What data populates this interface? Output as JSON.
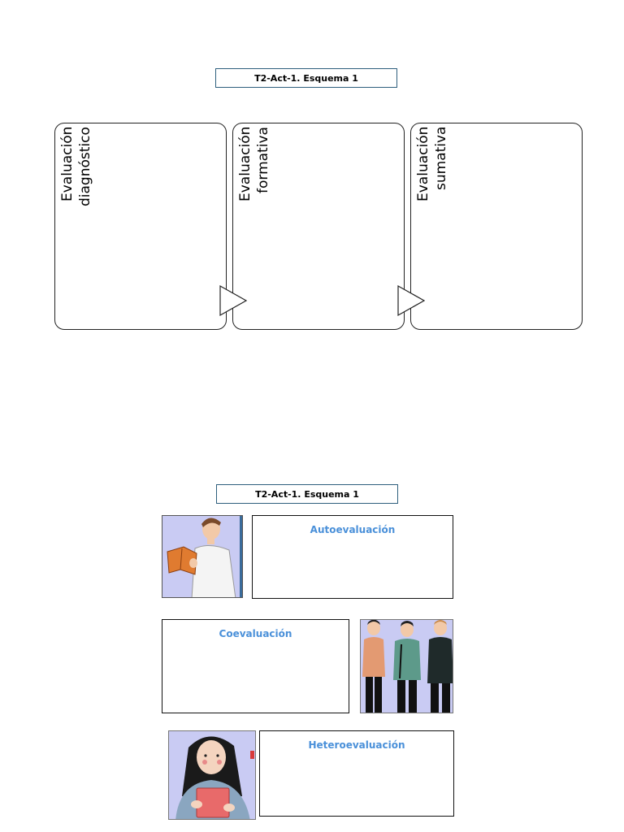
{
  "scheme1": {
    "title": "T2-Act-1. Esquema 1",
    "panels": [
      {
        "label": "Evaluación\ndiagnóstico"
      },
      {
        "label": "Evaluación\nformativa"
      },
      {
        "label": "Evaluación\nsumativa"
      }
    ]
  },
  "scheme2": {
    "title": "T2-Act-1. Esquema 1",
    "boxes": [
      {
        "label": "Autoevaluación",
        "image": "student-reading-illustration"
      },
      {
        "label": "Coevaluación",
        "image": "group-of-students-illustration"
      },
      {
        "label": "Heteroevaluación",
        "image": "girl-holding-book-illustration"
      }
    ]
  },
  "colors": {
    "title_border": "#2e5f7d",
    "box_label": "#4a90d9",
    "illustration_bg": "#c9cbf3"
  }
}
